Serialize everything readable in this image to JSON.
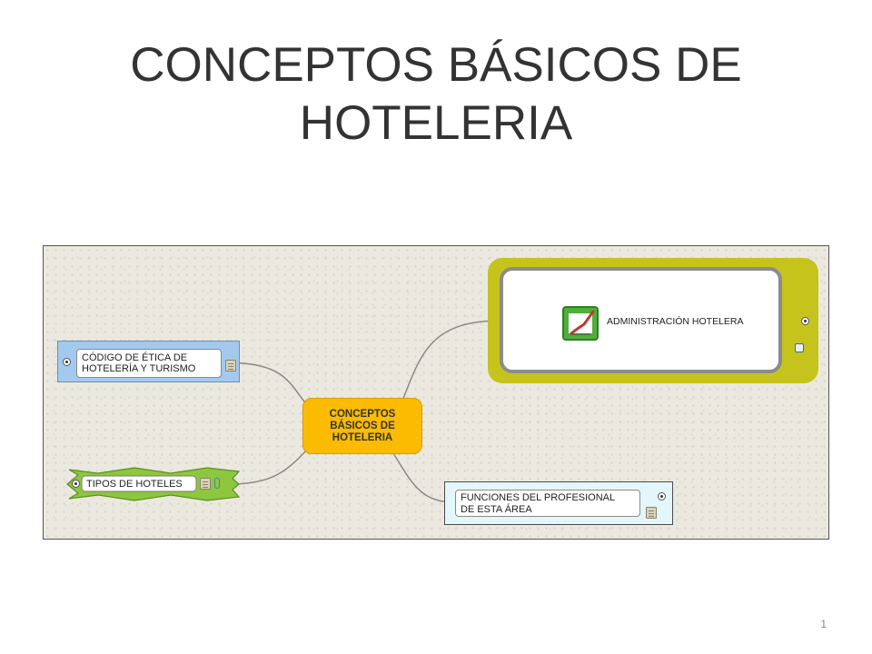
{
  "slide": {
    "title_line1": "CONCEPTOS BÁSICOS DE",
    "title_line2": "HOTELERIA",
    "page_number": "1"
  },
  "mindmap": {
    "center": {
      "label": "CONCEPTOS BÁSICOS DE HOTELERIA",
      "color": "#fbbb00"
    },
    "branches": [
      {
        "id": "codigo",
        "label_line1": "CÓDIGO DE ÉTICA DE",
        "label_line2": "HOTELERÍA Y TURISMO",
        "color": "#a3c9ee"
      },
      {
        "id": "tipos",
        "label": "TIPOS DE HOTELES",
        "color": "#8dc63f"
      },
      {
        "id": "admin",
        "label": "ADMINISTRACIÓN HOTELERA",
        "color": "#c6c41c"
      },
      {
        "id": "funciones",
        "label_line1": "FUNCIONES DEL PROFESIONAL",
        "label_line2": "DE ESTA ÁREA",
        "color": "#e3f6fb"
      }
    ],
    "icons": [
      "note-icon",
      "attachment-icon",
      "chart-icon",
      "collapse-icon"
    ]
  }
}
